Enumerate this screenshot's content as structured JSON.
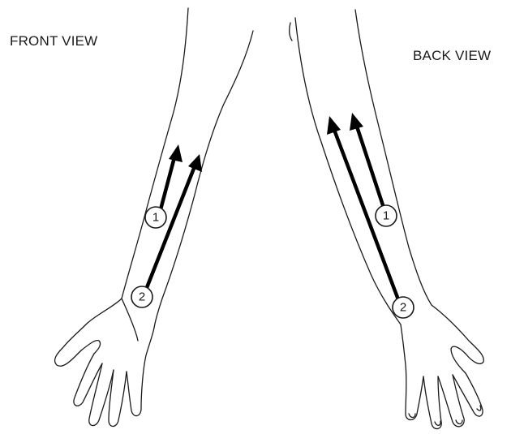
{
  "labels": {
    "front_view": "FRONT VIEW",
    "back_view": "BACK VIEW"
  },
  "markers": {
    "front_1": "1",
    "front_2": "2",
    "back_1": "1",
    "back_2": "2"
  },
  "colors": {
    "outline": "#1a1a1a",
    "arrow": "#000000",
    "background": "#ffffff"
  }
}
